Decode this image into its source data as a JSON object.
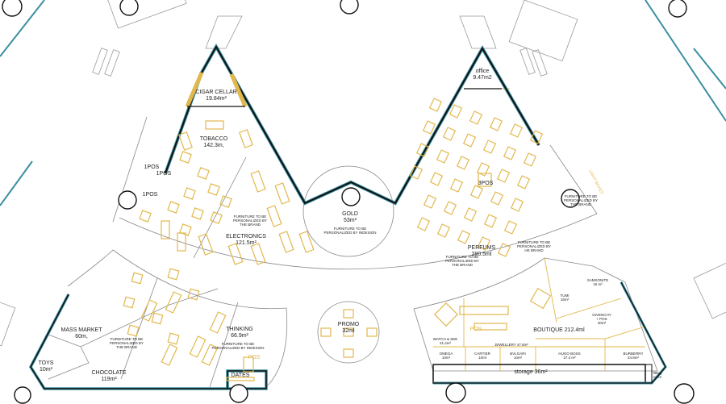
{
  "zones": {
    "cigar": {
      "name": "CIGAR CELLAR",
      "area": "19.84m²"
    },
    "tobacco": {
      "name": "TOBACCO",
      "area": "142.3m,"
    },
    "electronics": {
      "name": "ELECTRONICS",
      "area": "121.5m²"
    },
    "gold": {
      "name": "GOLD",
      "area": "53m²"
    },
    "office": {
      "name": "office",
      "area": "9.47m2"
    },
    "perfums": {
      "name": "PERFUMS",
      "area": "280.5ml"
    },
    "mass_market": {
      "name": "MASS MARKET",
      "area": "60m,"
    },
    "toys": {
      "name": "TOYS",
      "area": "10m²"
    },
    "chocolate": {
      "name": "CHOCOLATE",
      "area": "119m²"
    },
    "thinking": {
      "name": "THINKING",
      "area": "66.9m²"
    },
    "dates": {
      "name": "DATES"
    },
    "promo": {
      "name": "PROMO",
      "area": "32ml"
    },
    "boutique": {
      "name": "BOUTIQUE 212.4ml"
    },
    "watch": {
      "name": "WATCH & SEE",
      "area": "21.4m²"
    },
    "jewellery": {
      "name": "JEWELLERY 47.8m²"
    },
    "omega": {
      "name": "OMEGA",
      "area": "10m²"
    },
    "cartier": {
      "name": "CARTIER",
      "area": "10ml"
    },
    "bvlgari": {
      "name": "BVLGARI",
      "area": "10m²"
    },
    "hugo": {
      "name": "HUGO BOSS",
      "area": "27.4 m²"
    },
    "burberry": {
      "name": "BURBERRY",
      "area": "24.8m²"
    },
    "tumi": {
      "name": "TUMI",
      "area": "15m²"
    },
    "samsonite": {
      "name": "SAMSONITE",
      "area": "15 m²"
    },
    "givenchy": {
      "name": "GIVENCHY",
      "pos": "+ POS",
      "area": "30m²"
    },
    "storage": {
      "name": "storage 36m²"
    },
    "fitting": {
      "name": "fitting",
      "name2": "room"
    }
  },
  "notes": {
    "brand": [
      "FURNITURE TO BE",
      "PERSONALIZED BY",
      "THE BRAND"
    ],
    "brand_he": [
      "FURNITURE TO BE",
      "PERSONALIZED BY",
      "HE BRAND"
    ],
    "indesign": [
      "FURNITURE TO BE",
      "PERSONALIZED BY INDESIGN"
    ],
    "light_boxes": "LIGHT BOXES",
    "pos1": "1POS",
    "pos3": "3POS",
    "pos": "POS"
  },
  "colors": {
    "wall": "#111111",
    "glass": "#3a8fa0",
    "furniture": "#e2b84c",
    "line": "#888888"
  }
}
